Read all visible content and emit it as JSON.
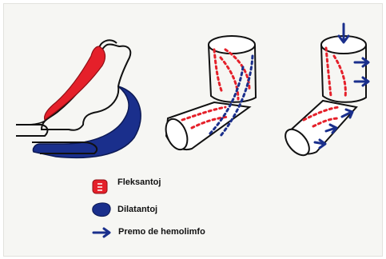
{
  "legend": {
    "flexors_label": "Fleksantoj",
    "dilators_label": "Dilatantoj",
    "pressure_label": "Premo de hemolimfo"
  },
  "colors": {
    "flexor_red": "#e5202a",
    "dilator_blue": "#1a2f8c",
    "outline": "#111111",
    "paper": "#f6f6f3"
  },
  "icons": [
    "flexor-swatch-icon",
    "dilator-swatch-icon",
    "arrow-right-icon"
  ]
}
